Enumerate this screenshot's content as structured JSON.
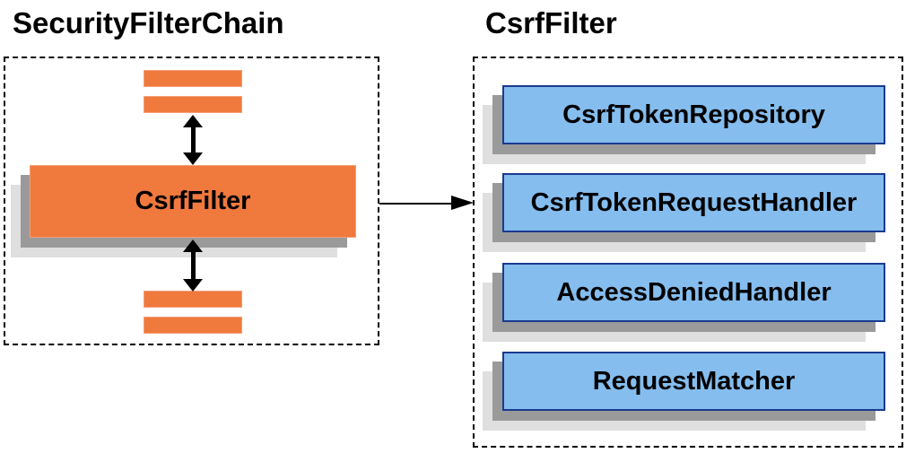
{
  "diagram": {
    "left_panel": {
      "title": "SecurityFilterChain",
      "filter_box_label": "CsrfFilter",
      "placeholder_bar_count": 4
    },
    "right_panel": {
      "title": "CsrfFilter",
      "components": [
        {
          "label": "CsrfTokenRepository"
        },
        {
          "label": "CsrfTokenRequestHandler"
        },
        {
          "label": "AccessDeniedHandler"
        },
        {
          "label": "RequestMatcher"
        }
      ]
    },
    "colors": {
      "orange": "#F0793E",
      "orange_border": "#F5A077",
      "blue": "#85BDEE",
      "blue_border": "#1B3A8F",
      "shadow_dark": "#9A9A9A",
      "shadow_light": "#DFDFDF",
      "arrow": "#000000"
    }
  }
}
